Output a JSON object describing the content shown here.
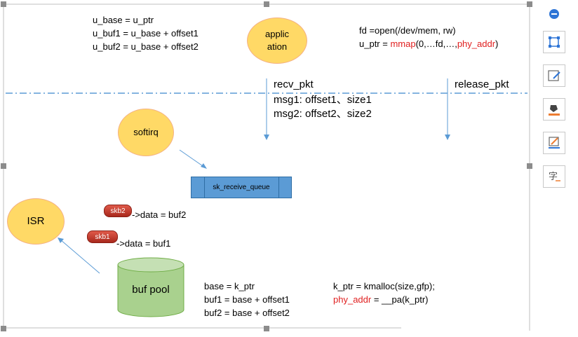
{
  "diagram": {
    "user_code": {
      "line1": "u_base = u_ptr",
      "line2": "u_buf1 = u_base + offset1",
      "line3": "u_buf2 = u_base + offset2"
    },
    "application": {
      "line1": "applic",
      "line2": "ation"
    },
    "open_code": {
      "line1": "fd =open(/dev/mem, rw)",
      "line2_prefix": "u_ptr = ",
      "line2_mmap": "mmap",
      "line2_mid": "(0,…fd,…,",
      "line2_phy": "phy_addr",
      "line2_suffix": ")"
    },
    "recv_pkt": "recv_pkt",
    "release_pkt": "release_pkt",
    "msg1": "msg1: offset1、size1",
    "msg2": "msg2: offset2、size2",
    "softirq": "softirq",
    "sk_receive_queue": "sk_receive_queue",
    "isr": "ISR",
    "skb2": {
      "badge": "skb2",
      "text": "->data = buf2"
    },
    "skb1": {
      "badge": "skb1",
      "text": "->data = buf1"
    },
    "buf_pool": "buf pool",
    "kernel_code": {
      "line1": "base = k_ptr",
      "line2": "buf1 = base + offset1",
      "line3": "buf2 = base + offset2"
    },
    "kmalloc_code": {
      "line1": "k_ptr = kmalloc(size,gfp);",
      "line2_phy": "phy_addr",
      "line2_rest": " = __pa(k_ptr)"
    },
    "colors": {
      "circle_fill": "#ffd966",
      "circle_border": "#f4b183",
      "queue_fill": "#5b9bd5",
      "cylinder_fill": "#a9d18e",
      "arrow": "#5b9bd5",
      "highlight_text": "#e02020"
    }
  },
  "toolbar": {
    "items": [
      {
        "icon": "minus-circle-icon"
      },
      {
        "icon": "crop-icon"
      },
      {
        "icon": "edit-shape-icon"
      },
      {
        "icon": "fill-color-icon"
      },
      {
        "icon": "line-color-icon"
      },
      {
        "icon": "text-options-icon"
      }
    ]
  }
}
